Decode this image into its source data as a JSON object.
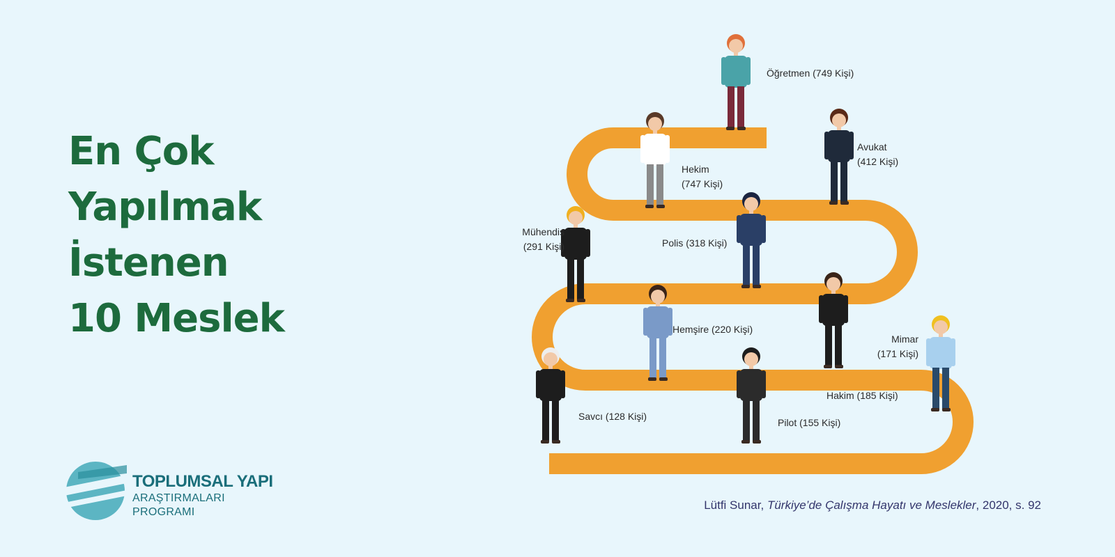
{
  "title": {
    "lines": [
      "En Çok",
      "Yapılmak",
      "İstenen",
      "10 Meslek"
    ],
    "color": "#1d6b3d"
  },
  "logo": {
    "name": "TOPLUMSAL YAPI",
    "subtitle": "ARAŞTIRMALARI PROGRAMI",
    "text_color": "#1a6e7a",
    "accent": "#5cb5c3"
  },
  "source": {
    "author": "Lütfi Sunar, ",
    "book": "Türkiye’de Çalışma Hayatı ve Meslekler",
    "rest": ", 2020, s. 92"
  },
  "path_color": "#f0a030",
  "professions": [
    {
      "name": "Öğretmen",
      "count": 749,
      "lines": [
        "Öğretmen (749 Kişi)"
      ],
      "icon": "teacher-figure"
    },
    {
      "name": "Hekim",
      "count": 747,
      "lines": [
        "Hekim",
        "(747 Kişi)"
      ],
      "icon": "doctor-figure"
    },
    {
      "name": "Avukat",
      "count": 412,
      "lines": [
        "Avukat",
        "(412 Kişi)"
      ],
      "icon": "lawyer-figure"
    },
    {
      "name": "Polis",
      "count": 318,
      "lines": [
        "Polis (318 Kişi)"
      ],
      "icon": "police-figure"
    },
    {
      "name": "Mühendis",
      "count": 291,
      "lines": [
        "Mühendis",
        "(291 Kişi)"
      ],
      "icon": "engineer-figure"
    },
    {
      "name": "Hemşire",
      "count": 220,
      "lines": [
        "Hemşire (220 Kişi)"
      ],
      "icon": "nurse-figure"
    },
    {
      "name": "Hakim",
      "count": 185,
      "lines": [
        "Hakim (185 Kişi)"
      ],
      "icon": "judge-figure"
    },
    {
      "name": "Mimar",
      "count": 171,
      "lines": [
        "Mimar",
        "(171 Kişi)"
      ],
      "icon": "architect-figure"
    },
    {
      "name": "Pilot",
      "count": 155,
      "lines": [
        "Pilot (155 Kişi)"
      ],
      "icon": "pilot-figure"
    },
    {
      "name": "Savcı",
      "count": 128,
      "lines": [
        "Savcı (128 Kişi)"
      ],
      "icon": "prosecutor-figure"
    }
  ]
}
